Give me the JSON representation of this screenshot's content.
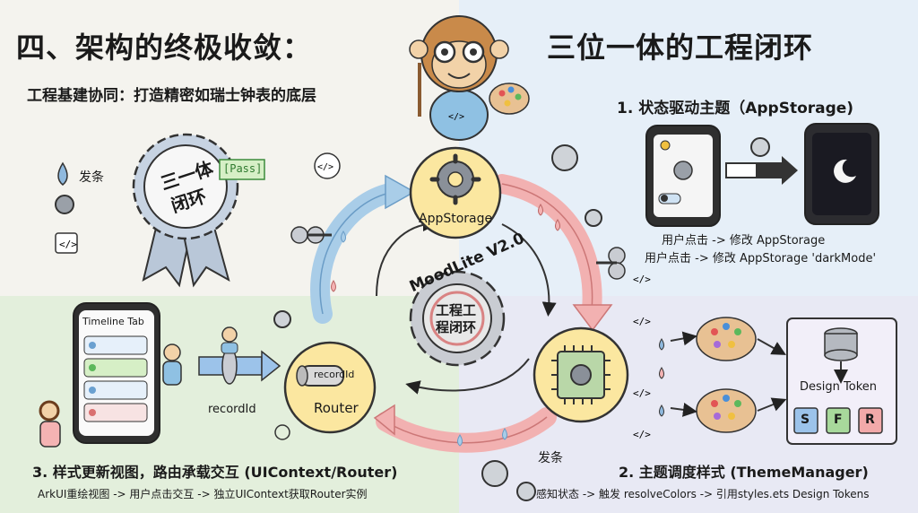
{
  "header": {
    "title_left": "四、架构的终极收敛：",
    "title_right": "三位一体的工程闭环",
    "subtitle": "工程基建协同：打造精密如瑞士钟表的底层"
  },
  "badge": {
    "text_line1": "三一体",
    "text_line2": "闭环",
    "tag": "[Pass]"
  },
  "legend": {
    "item_drop": "发条"
  },
  "center": {
    "title": "MoodLite V2.0",
    "gear_line1": "工程工",
    "gear_line2": "程闭环"
  },
  "nodes": {
    "appstorage": "AppStorage",
    "router": "Router",
    "router_param": "recordId",
    "pipe_param": "recordId"
  },
  "section1": {
    "heading": "1. 状态驱动主题（AppStorage)",
    "caption_line1": "用户点击 -> 修改 AppStorage",
    "caption_line2": "用户点击 -> 修改 AppStorage 'darkMode'"
  },
  "section2": {
    "heading": "2. 主题调度样式 (ThemeManager)",
    "caption": "感知状态 -> 触发 resolveColors -> 引用styles.ets Design Tokens",
    "design_token": "Design Token",
    "token_s": "S",
    "token_f": "F",
    "token_r": "R",
    "spring_label": "发条"
  },
  "section3": {
    "heading": "3. 样式更新视图，路由承载交互 (UIContext/Router)",
    "caption": "ArkUI重绘视图 -> 用户点击交互 -> 独立UIContext获取Router实例",
    "phone_title": "Timeline Tab"
  },
  "colors": {
    "accent_yellow": "#fbe7a0",
    "flow_blue": "#a9cde8",
    "flow_red": "#f2b1b1",
    "token_s": "#9cc3ea",
    "token_f": "#a8d99b",
    "token_r": "#f2a9a9"
  }
}
